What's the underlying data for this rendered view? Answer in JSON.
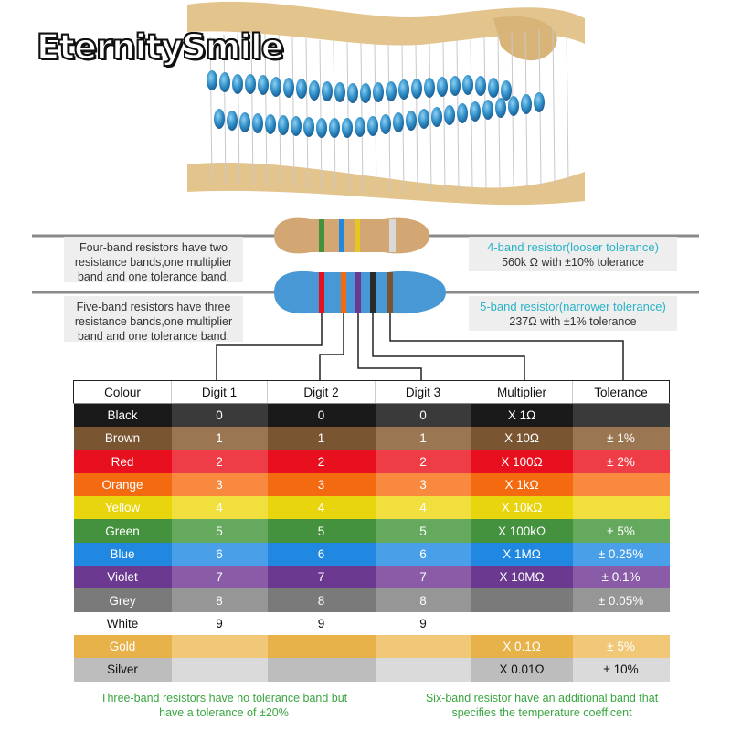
{
  "brand": "EternitySmile",
  "notes": {
    "four_band_desc": "Four-band resistors have two resistance bands,one multiplier band and one tolerance band.",
    "five_band_desc": "Five-band resistors have three resistance bands,one multiplier band and one tolerance band.",
    "four_band_title": "4-band resistor(looser tolerance)",
    "four_band_value": "560k Ω with ±10% tolerance",
    "five_band_title": "5-band resistor(narrower tolerance)",
    "five_band_value": "237Ω with ±1% tolerance"
  },
  "table": {
    "headers": [
      "Colour",
      "Digit 1",
      "Digit 2",
      "Digit 3",
      "Multiplier",
      "Tolerance"
    ],
    "rows": [
      {
        "name": "Black",
        "d1": "0",
        "d2": "0",
        "d3": "0",
        "mult": "X 1Ω",
        "tol": "",
        "bg": "#1a1a1a",
        "bg2": "#3a3a3a",
        "fg": "#ffffff"
      },
      {
        "name": "Brown",
        "d1": "1",
        "d2": "1",
        "d3": "1",
        "mult": "X 10Ω",
        "tol": "± 1%",
        "bg": "#7a5532",
        "bg2": "#9a7652",
        "fg": "#ffffff"
      },
      {
        "name": "Red",
        "d1": "2",
        "d2": "2",
        "d3": "2",
        "mult": "X 100Ω",
        "tol": "± 2%",
        "bg": "#e8101e",
        "bg2": "#ee3d47",
        "fg": "#ffffff"
      },
      {
        "name": "Orange",
        "d1": "3",
        "d2": "3",
        "d3": "3",
        "mult": "X 1kΩ",
        "tol": "",
        "bg": "#f46a10",
        "bg2": "#f8893f",
        "fg": "#ffffff"
      },
      {
        "name": "Yellow",
        "d1": "4",
        "d2": "4",
        "d3": "4",
        "mult": "X 10kΩ",
        "tol": "",
        "bg": "#e8d50e",
        "bg2": "#f0df3c",
        "fg": "#ffffff"
      },
      {
        "name": "Green",
        "d1": "5",
        "d2": "5",
        "d3": "5",
        "mult": "X 100kΩ",
        "tol": "± 5%",
        "bg": "#44913e",
        "bg2": "#64a95e",
        "fg": "#ffffff"
      },
      {
        "name": "Blue",
        "d1": "6",
        "d2": "6",
        "d3": "6",
        "mult": "X 1MΩ",
        "tol": "± 0.25%",
        "bg": "#2088e0",
        "bg2": "#4aa0e8",
        "fg": "#ffffff"
      },
      {
        "name": "Violet",
        "d1": "7",
        "d2": "7",
        "d3": "7",
        "mult": "X 10MΩ",
        "tol": "± 0.1%",
        "bg": "#6b3990",
        "bg2": "#8a5ca8",
        "fg": "#ffffff"
      },
      {
        "name": "Grey",
        "d1": "8",
        "d2": "8",
        "d3": "8",
        "mult": "",
        "tol": "± 0.05%",
        "bg": "#7a7a7a",
        "bg2": "#969696",
        "fg": "#ffffff"
      },
      {
        "name": "White",
        "d1": "9",
        "d2": "9",
        "d3": "9",
        "mult": "",
        "tol": "",
        "bg": "#ffffff",
        "bg2": "#ffffff",
        "fg": "#111111"
      },
      {
        "name": "Gold",
        "d1": "",
        "d2": "",
        "d3": "",
        "mult": "X 0.1Ω",
        "tol": "± 5%",
        "bg": "#e8b24a",
        "bg2": "#f1c878",
        "fg": "#ffffff"
      },
      {
        "name": "Silver",
        "d1": "",
        "d2": "",
        "d3": "",
        "mult": "X 0.01Ω",
        "tol": "± 10%",
        "bg": "#bdbdbd",
        "bg2": "#dadada",
        "fg": "#111111"
      }
    ]
  },
  "footnotes": {
    "left": "Three-band resistors have no tolerance band but have a tolerance of ±20%",
    "right": "Six-band resistor have an additional band that specifies the temperature coefficent"
  },
  "colors": {
    "accent": "#29b3c6",
    "footnote": "#3aa640",
    "resistor_4band_body": "#d2a774",
    "resistor_5band_body": "#4898d6"
  }
}
